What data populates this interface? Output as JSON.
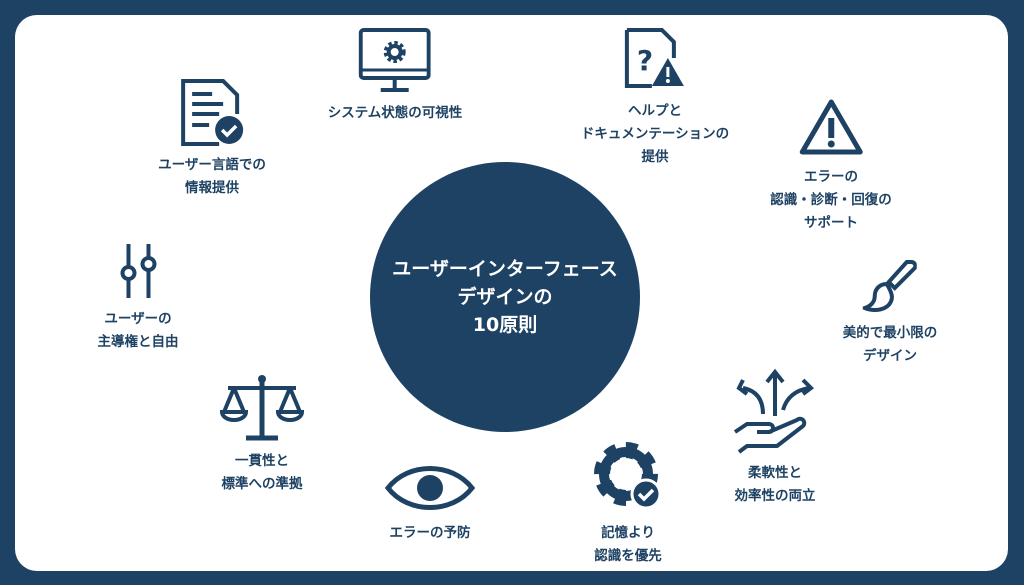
{
  "colors": {
    "primary": "#1e4263",
    "background": "#ffffff"
  },
  "center": {
    "lines": [
      "ユーザーインターフェース",
      "デザインの",
      "10原則"
    ]
  },
  "principles": [
    {
      "icon": "monitor-gear-icon",
      "lines": [
        "システム状態の可視性"
      ]
    },
    {
      "icon": "document-question-warning-icon",
      "lines": [
        "ヘルプと",
        "ドキュメンテーションの",
        "提供"
      ]
    },
    {
      "icon": "warning-triangle-icon",
      "lines": [
        "エラーの",
        "認識・診断・回復の",
        "サポート"
      ]
    },
    {
      "icon": "paintbrush-icon",
      "lines": [
        "美的で最小限の",
        "デザイン"
      ]
    },
    {
      "icon": "hand-arrows-icon",
      "lines": [
        "柔軟性と",
        "効率性の両立"
      ]
    },
    {
      "icon": "gear-check-icon",
      "lines": [
        "記憶より",
        "認識を優先"
      ]
    },
    {
      "icon": "eye-icon",
      "lines": [
        "エラーの予防"
      ]
    },
    {
      "icon": "scales-icon",
      "lines": [
        "一貫性と",
        "標準への準拠"
      ]
    },
    {
      "icon": "sliders-icon",
      "lines": [
        "ユーザーの",
        "主導権と自由"
      ]
    },
    {
      "icon": "document-check-icon",
      "lines": [
        "ユーザー言語での",
        "情報提供"
      ]
    }
  ]
}
